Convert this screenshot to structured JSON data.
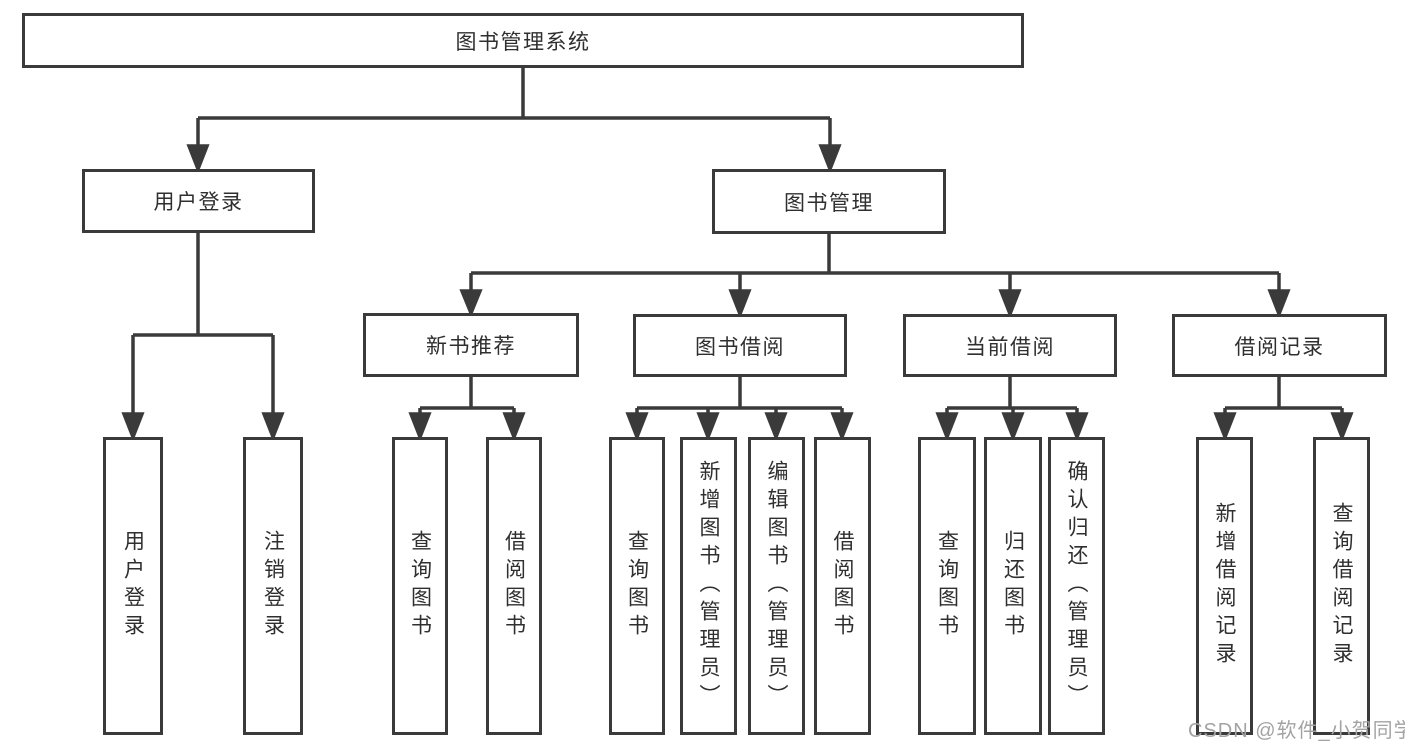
{
  "diagram": {
    "root": {
      "label": "图书管理系统"
    },
    "user_login": {
      "label": "用户登录",
      "children": [
        {
          "label": "用户登录"
        },
        {
          "label": "注销登录"
        }
      ]
    },
    "book_mgmt": {
      "label": "图书管理",
      "sections": [
        {
          "label": "新书推荐",
          "children": [
            {
              "label": "查询图书"
            },
            {
              "label": "借阅图书"
            }
          ]
        },
        {
          "label": "图书借阅",
          "children": [
            {
              "label": "查询图书"
            },
            {
              "label": "新增图书（管理员）"
            },
            {
              "label": "编辑图书（管理员）"
            },
            {
              "label": "借阅图书"
            }
          ]
        },
        {
          "label": "当前借阅",
          "children": [
            {
              "label": "查询图书"
            },
            {
              "label": "归还图书"
            },
            {
              "label": "确认归还（管理员）"
            }
          ]
        },
        {
          "label": "借阅记录",
          "children": [
            {
              "label": "新增借阅记录"
            },
            {
              "label": "查询借阅记录"
            }
          ]
        }
      ]
    }
  },
  "watermark": {
    "text": "CSDN @软件_小贺同学"
  },
  "colors": {
    "line": "#3a3a3a",
    "text": "#2f2f2f",
    "box_background": "#ffffff",
    "watermark": "#a3a3a3"
  }
}
